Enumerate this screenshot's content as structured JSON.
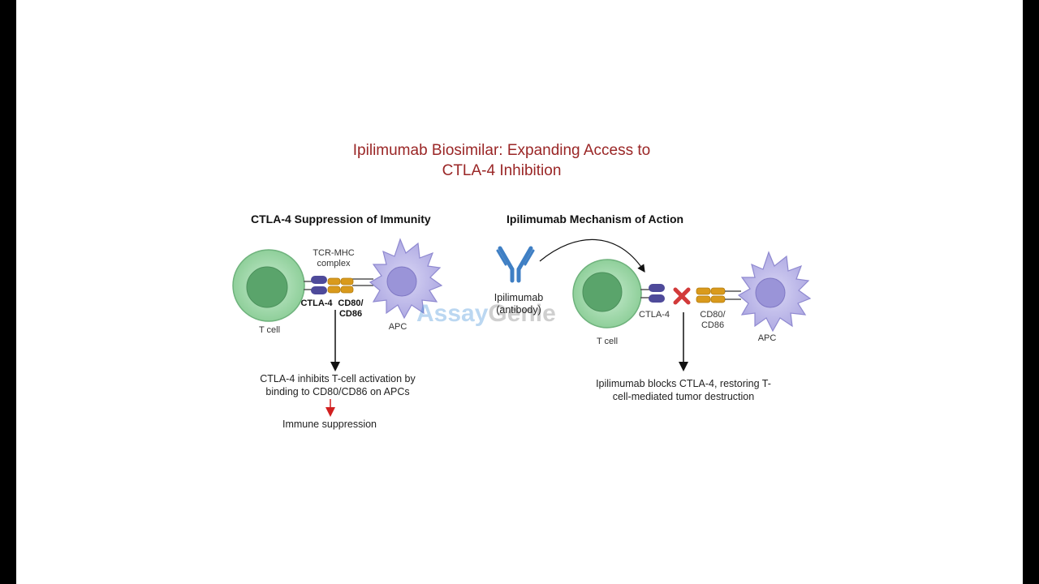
{
  "title_line1": "Ipilimumab Biosimilar: Expanding Access to",
  "title_line2": "CTLA-4 Inhibition",
  "left_panel": {
    "heading": "CTLA-4 Suppression of Immunity",
    "tcr_label_line1": "TCR-MHC",
    "tcr_label_line2": "complex",
    "ctla4_label": "CTLA-4",
    "cd80_line1": "CD80/",
    "cd80_line2": "CD86",
    "tcell_label": "T cell",
    "apc_label": "APC",
    "caption_line1": "CTLA-4 inhibits T-cell activation by",
    "caption_line2": "binding to CD80/CD86 on APCs",
    "result": "Immune suppression"
  },
  "right_panel": {
    "heading": "Ipilimumab Mechanism of Action",
    "antibody_line1": "Ipilimumab",
    "antibody_line2": "(antibody)",
    "ctla4_label": "CTLA-4",
    "cd80_line1": "CD80/",
    "cd80_line2": "CD86",
    "tcell_label": "T cell",
    "apc_label": "APC",
    "caption_line1": "Ipilimumab blocks CTLA-4, restoring T-",
    "caption_line2": "cell-mediated tumor destruction"
  },
  "watermark": {
    "part1": "Assay",
    "part2": "Genie"
  },
  "colors": {
    "title": "#9a2626",
    "tcell": "#8fcf9a",
    "apc": "#b7b3e6",
    "ctla4": "#4e4a9a",
    "cd80": "#d99a1c",
    "antibody": "#3f7fc4",
    "block_x": "#d23a3a",
    "down_arrow_red": "#d11f1f"
  }
}
